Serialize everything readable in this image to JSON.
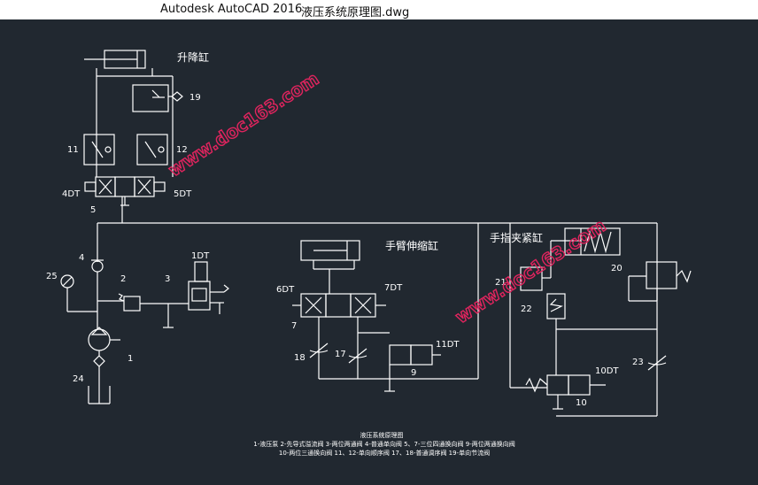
{
  "window": {
    "app_name": "Autodesk AutoCAD 2016",
    "file_name": "液压系统原理图.dwg"
  },
  "drawing": {
    "labels": {
      "lift_cylinder": "升降缸",
      "arm_cylinder": "手臂伸缩缸",
      "clamp_cylinder": "手指夹紧缸",
      "dt4": "4DT",
      "dt5": "5DT",
      "dt1": "1DT",
      "dt6": "6DT",
      "dt7": "7DT",
      "dt11": "11DT",
      "dt10": "10DT",
      "n1": "1",
      "n2": "2",
      "n3": "3",
      "n4": "4",
      "n5": "5",
      "n7": "7",
      "n9": "9",
      "n10": "10",
      "n11": "11",
      "n12": "12",
      "n17": "17",
      "n18": "18",
      "n19": "19",
      "n20": "20",
      "n21": "21",
      "n22": "22",
      "n23": "23",
      "n24": "24",
      "n25": "25"
    },
    "watermark": "www.doc163.com",
    "legend": {
      "title": "液压系统原理图",
      "line1": "1-液压泵 2-先导式溢流阀 3-两位两通阀 4-普通单向阀 5、7-三位四通换向阀 9-两位两通换向阀",
      "line2": "10-两位三通换向阀 11、12-单向顺序阀 17、18-普通调序阀 19-单向节流阀"
    }
  },
  "colors": {
    "background": "#212830",
    "line": "#ffffff",
    "watermark": "#e0245e",
    "titlebar": "#ffffff"
  }
}
